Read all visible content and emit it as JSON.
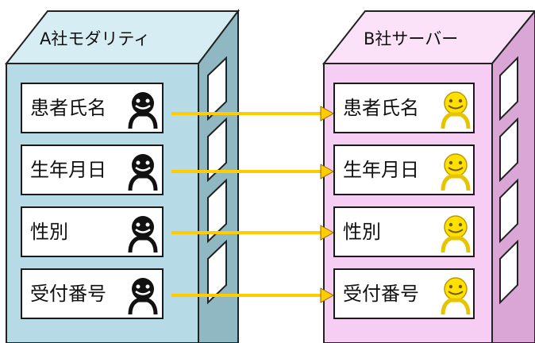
{
  "company_a": {
    "title": "A社モダリティ",
    "fields": [
      "患者氏名",
      "生年月日",
      "性別",
      "受付番号"
    ],
    "icon": "black-smiley-icon",
    "colors": {
      "front": "#b7dbe6",
      "top": "#d6eef3",
      "side": "#8fb8c3"
    }
  },
  "company_b": {
    "title": "B社サーバー",
    "fields": [
      "患者氏名",
      "生年月日",
      "性別",
      "受付番号"
    ],
    "icon": "yellow-smiley-icon",
    "colors": {
      "front": "#f6cdf3",
      "top": "#fbe2f8",
      "side": "#d9a6d6"
    }
  },
  "connectors": {
    "arrow_color": "#ffcc00",
    "count": 4
  }
}
